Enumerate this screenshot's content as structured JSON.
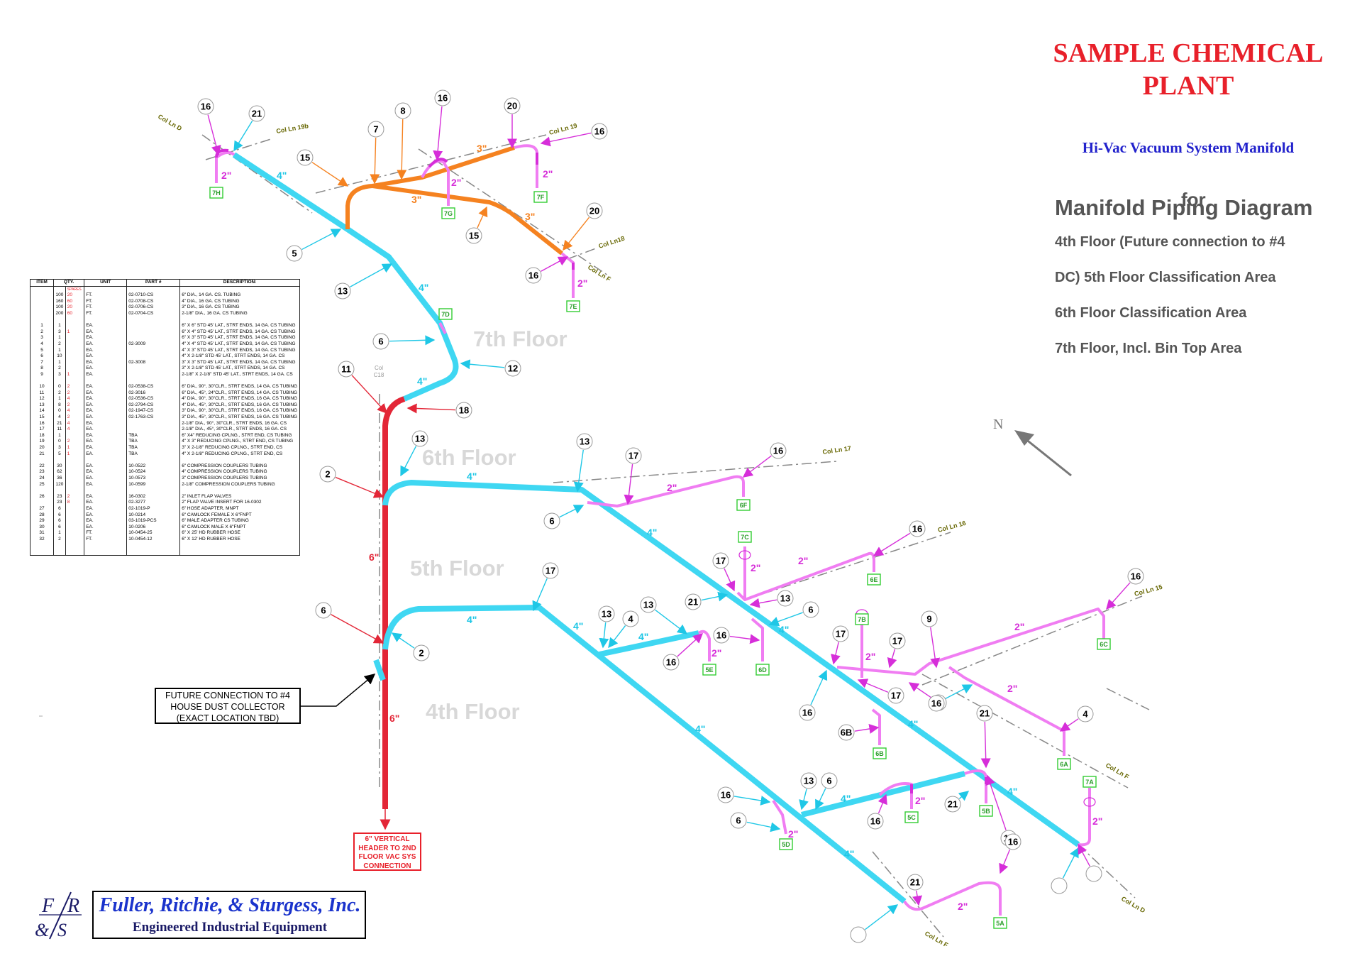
{
  "title": {
    "line1": "SAMPLE CHEMICAL",
    "line2": "PLANT",
    "subtitle": "Hi-Vac Vacuum System Manifold"
  },
  "diagram_title": "Manifold Piping Diagram",
  "for_label": "for",
  "scope": [
    "4th Floor (Future connection to #4",
    "DC) 5th Floor Classification Area",
    "6th Floor Classification Area",
    "7th Floor, Incl. Bin Top Area"
  ],
  "floors": {
    "f7": "7th Floor",
    "f6": "6th Floor",
    "f5": "5th Floor",
    "f4": "4th Floor"
  },
  "north": "N",
  "column_lines": {
    "d_top": "Col Ln D",
    "l19b": "Col Ln 19b",
    "l19": "Col Ln 19",
    "l18": "Col Ln18",
    "f_top": "Col Ln F",
    "l17": "Col Ln 17",
    "l16": "Col Ln 16",
    "l15": "Col Ln 15",
    "f_right": "Col Ln F",
    "d_bottom": "Col Ln D",
    "f_bottom": "Col Ln F",
    "c18": "Col",
    "c18b": "C18"
  },
  "pipe_sizes": {
    "s2": "2\"",
    "s3": "3\"",
    "s4": "4\"",
    "s6": "6\""
  },
  "drops": [
    "7H",
    "7G",
    "7F",
    "7E",
    "7D",
    "6F",
    "7C",
    "6E",
    "7B",
    "6D",
    "6C",
    "5E",
    "6B",
    "6A",
    "7A",
    "5C",
    "5B",
    "5D",
    "5A"
  ],
  "item_callouts": [
    "16",
    "21",
    "7",
    "8",
    "16",
    "20",
    "16",
    "15",
    "5",
    "15",
    "20",
    "16",
    "13",
    "6",
    "12",
    "11",
    "18",
    "13",
    "2",
    "13",
    "17",
    "16",
    "6",
    "16",
    "17",
    "13",
    "17",
    "6",
    "2",
    "13",
    "4",
    "13",
    "21",
    "16",
    "6",
    "16",
    "9",
    "17",
    "17",
    "6",
    "17",
    "16",
    "16",
    "6B",
    "16",
    "21",
    "4",
    "13",
    "6",
    "16",
    "6",
    "16",
    "21",
    "16",
    "16",
    "21"
  ],
  "bom": {
    "headers": [
      "ITEM",
      "QTY.",
      "UNIT",
      "PART #",
      "DESCRIPTION:"
    ],
    "spares_label": "SPARES",
    "rows": [
      [
        "",
        "100",
        "20",
        "FT.",
        "02-0710-CS",
        "6\" DIA., 14 GA. CS. TUBING"
      ],
      [
        "",
        "160",
        "60",
        "FT.",
        "02-0708-CS",
        "4\" DIA., 16 GA. CS TUBING"
      ],
      [
        "",
        "100",
        "20",
        "FT.",
        "02-0706-CS",
        "3\" DIA., 16 GA. CS TUBING"
      ],
      [
        "",
        "200",
        "60",
        "FT.",
        "02-0704-CS",
        "2-1/8\" DIA., 16 GA. CS TUBING"
      ],
      [
        "",
        "",
        "",
        "",
        "",
        ""
      ],
      [
        "1",
        "1",
        "",
        "EA.",
        "",
        "6\" X 6\" STD 45' LAT., STRT ENDS, 14 GA. CS TUBING"
      ],
      [
        "2",
        "3",
        "1",
        "EA.",
        "",
        "6\" X 4\" STD 45' LAT., STRT ENDS, 14 GA. CS TUBING"
      ],
      [
        "3",
        "1",
        "",
        "EA.",
        "",
        "6\" X 3\" STD 45' LAT., STRT ENDS, 14 GA. CS TUBING"
      ],
      [
        "4",
        "2",
        "",
        "EA.",
        "02-3009",
        "4\" X 4\" STD 45' LAT., STRT ENDS, 14 GA. CS TUBING"
      ],
      [
        "5",
        "1",
        "",
        "EA.",
        "",
        "4\" X 3\" STD 45' LAT., STRT ENDS, 14 GA. CS TUBING"
      ],
      [
        "6",
        "10",
        "",
        "EA.",
        "",
        "4\" X 2-1/8\" STD 45' LAT., STRT ENDS, 14 GA. CS"
      ],
      [
        "7",
        "1",
        "",
        "EA.",
        "02-3008",
        "3\" X 3\" STD 45' LAT., STRT ENDS, 14 GA. CS TUBING"
      ],
      [
        "8",
        "2",
        "",
        "EA.",
        "",
        "3\" X 2-1/8\" STD 45' LAT., STRT ENDS, 14 GA. CS"
      ],
      [
        "9",
        "3",
        "1",
        "EA.",
        "",
        "2-1/8\" X 2-1/8\" STD 45' LAT., STRT ENDS, 14 GA. CS"
      ],
      [
        "",
        "",
        "",
        "",
        "",
        ""
      ],
      [
        "10",
        "0",
        "2",
        "EA.",
        "02-0538-CS",
        "6\" DIA., 90°, 30\"CLR., STRT ENDS, 14 GA. CS TUBING"
      ],
      [
        "11",
        "2",
        "2",
        "EA.",
        "02-3016",
        "6\" DIA., 45°, 24\"CLR., STRT ENDS, 14 GA. CS TUBING"
      ],
      [
        "12",
        "1",
        "4",
        "EA.",
        "02-0536-CS",
        "4\" DIA., 90°, 30\"CLR., STRT ENDS, 16 GA. CS TUBING"
      ],
      [
        "13",
        "8",
        "2",
        "EA.",
        "02-2794-CS",
        "4\" DIA., 45°, 30\"CLR., STRT ENDS, 16 GA. CS TUBING"
      ],
      [
        "14",
        "0",
        "4",
        "EA.",
        "02-1947-CS",
        "3\" DIA., 90°, 30\"CLR., STRT ENDS, 16 GA. CS TUBING"
      ],
      [
        "15",
        "4",
        "2",
        "EA.",
        "02-1763-CS",
        "3\" DIA., 45°, 30\"CLR., STRT ENDS, 16 GA. CS TUBING"
      ],
      [
        "16",
        "21",
        "4",
        "EA.",
        "",
        "2-1/8\" DIA., 90°, 30\"CLR., STRT ENDS, 16 GA. CS"
      ],
      [
        "17",
        "11",
        "4",
        "EA.",
        "",
        "2-1/8\" DIA., 45°, 30\"CLR., STRT ENDS, 16 GA. CS"
      ],
      [
        "18",
        "1",
        "",
        "EA.",
        "TBA",
        "6\" X4\" REDUCING CPLNG., STRT END, CS TUBING"
      ],
      [
        "19",
        "0",
        "2",
        "EA.",
        "TBA",
        "4\" X 3\" REDUCING CPLNG., STRT END, CS TUBING"
      ],
      [
        "20",
        "3",
        "1",
        "EA.",
        "TBA",
        "3\" X 2-1/8\" REDUCING CPLNG., STRT END, CS"
      ],
      [
        "21",
        "5",
        "1",
        "EA.",
        "TBA",
        "4\" X 2-1/8\" REDUCING CPLNG., STRT END, CS"
      ],
      [
        "",
        "",
        "",
        "",
        "",
        ""
      ],
      [
        "22",
        "30",
        "",
        "EA.",
        "10-0522",
        "6\" COMPRESSION COUPLERS TUBING"
      ],
      [
        "23",
        "62",
        "",
        "EA.",
        "10-0524",
        "4\" COMPRESSION COUPLERS TUBING"
      ],
      [
        "24",
        "36",
        "",
        "EA.",
        "10-0573",
        "3\" COMPRESSION COUPLERS TUBING"
      ],
      [
        "25",
        "120",
        "",
        "EA.",
        "10-0599",
        "2-1/8\" COMPRESSION COUPLERS TUBING"
      ],
      [
        "",
        "",
        "",
        "",
        "",
        ""
      ],
      [
        "26",
        "23",
        "2",
        "EA.",
        "16-0302",
        "2\" INLET FLAP VALVES"
      ],
      [
        "",
        "23",
        "8",
        "EA.",
        "02-3277",
        "2\" FLAP VALVE INSERT FOR 16-0302"
      ],
      [
        "27",
        "6",
        "",
        "EA.",
        "02-1019-P",
        "6\" HOSE ADAPTER, MNPT"
      ],
      [
        "28",
        "6",
        "",
        "EA.",
        "10-0214",
        "6\" CAMLOCK FEMALE X 6\"FNPT"
      ],
      [
        "29",
        "6",
        "",
        "EA.",
        "03-1019-PCS",
        "6\" MALE ADAPTER CS TUBING"
      ],
      [
        "30",
        "6",
        "",
        "EA.",
        "10-0206",
        "6\" CAMLOCK MALE X 6\"FNPT"
      ],
      [
        "31",
        "1",
        "",
        "FT.",
        "10-0454-25",
        "6\" X 25' HD RUBBER HOSE"
      ],
      [
        "32",
        "2",
        "",
        "FT.",
        "10-0454-12",
        "6\" X 12' HD RUBBER HOSE"
      ],
      [
        "",
        "",
        "",
        "",
        "",
        ""
      ],
      [
        "",
        "",
        "",
        "",
        "",
        ""
      ]
    ]
  },
  "future_connection": {
    "line1": "FUTURE CONNECTION TO #4",
    "line2": "HOUSE DUST COLLECTOR",
    "line3": "(EXACT LOCATION TBD)"
  },
  "vertical_header": {
    "line1": "6\" VERTICAL",
    "line2": "HEADER TO 2ND",
    "line3": "FLOOR VAC SYS",
    "line4": "CONNECTION"
  },
  "company": {
    "name": "Fuller, Ritchie, & Sturgess, Inc.",
    "tagline": "Engineered Industrial Equipment",
    "logo_f": "F",
    "logo_r": "R",
    "logo_and": "&",
    "logo_s": "S"
  },
  "colors": {
    "pipe_6in": "#e32637",
    "pipe_4in": "#3fd7f2",
    "pipe_3in": "#f58220",
    "pipe_2in": "#f07df2",
    "pipe_2in_dark": "#d62ed9",
    "drop_tag": "#33cc33",
    "column_line": "#888888",
    "column_label": "#666600"
  }
}
